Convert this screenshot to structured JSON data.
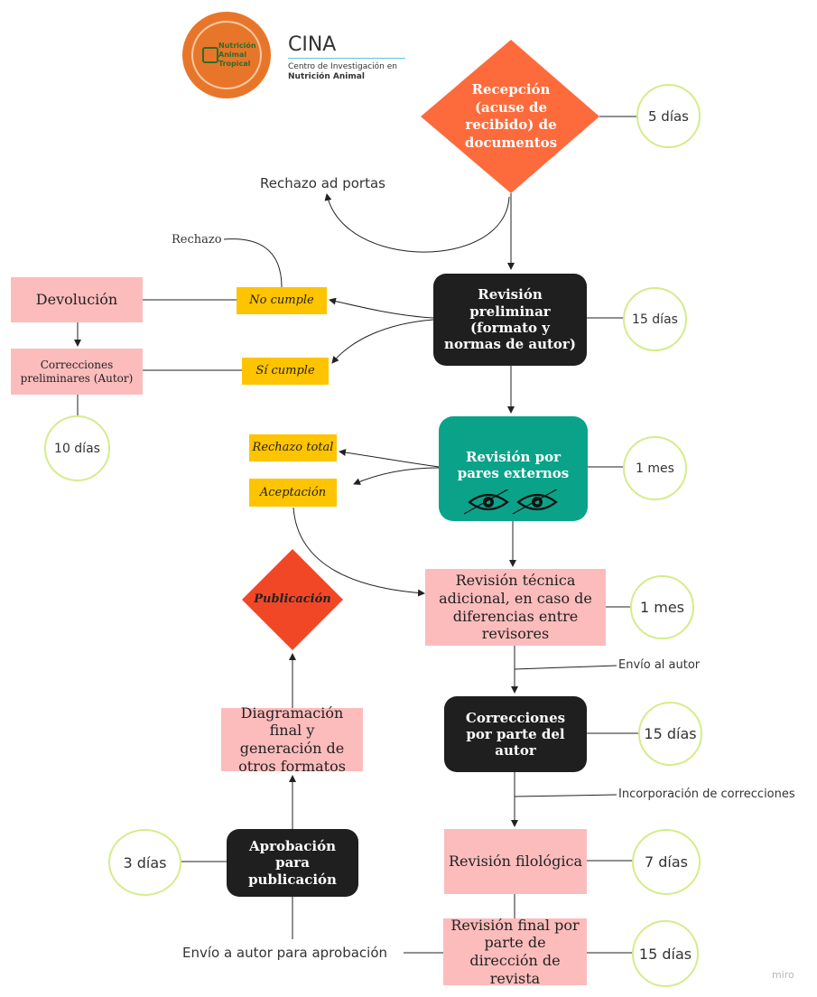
{
  "logo": {
    "badge_lines": [
      "Nutrición",
      "Animal",
      "Tropical"
    ],
    "title": "CINA",
    "subtitle_line1": "Centro de Investigación en",
    "subtitle_line2": "Nutrición Animal",
    "colors": {
      "badge": "#e8762a",
      "text": "#2b6d2b",
      "rule": "#5bc4e0"
    }
  },
  "nodes": {
    "recepcion": "Recepción (acuse de recibido) de documentos",
    "revision_preliminar": "Revisión preliminar (formato y normas de autor)",
    "revision_pares": "Revisión por pares externos",
    "revision_tecnica": "Revisión técnica adicional, en caso de diferencias entre revisores",
    "correcciones_autor": "Correcciones por parte del autor",
    "revision_filologica": "Revisión filológica",
    "revision_final": "Revisión final por parte de dirección de revista",
    "aprobacion": "Aprobación para publicación",
    "diagramacion": "Diagramación final y generación de otros formatos",
    "publicacion": "Publicación",
    "devolucion": "Devolución",
    "correcciones_preliminares": "Correcciones preliminares (Autor)"
  },
  "stickies": {
    "no_cumple": "No cumple",
    "si_cumple": "Sí cumple",
    "rechazo_total": "Rechazo total",
    "aceptacion": "Aceptación"
  },
  "durations": {
    "recepcion": "5 días",
    "preliminar": "15 días",
    "pares": "1 mes",
    "tecnica": "1 mes",
    "correcciones": "15 días",
    "filologica": "7 días",
    "final": "15 días",
    "aprobacion": "3 días",
    "correcciones_preliminares": "10 días"
  },
  "labels": {
    "rechazo_ad_portas": "Rechazo ad portas",
    "rechazo": "Rechazo",
    "envio_autor": "Envío al autor",
    "incorporacion": "Incorporación de correcciones",
    "envio_aprobacion": "Envío a autor para aprobación"
  },
  "watermark": "miro",
  "colors": {
    "recepcion": "#fd6b3c",
    "publicacion": "#f24726",
    "dark": "#1f1f1f",
    "teal": "#0aa38a",
    "pink": "#fcbcbc",
    "sticky": "#fec400",
    "circle_border": "#d4ec8a"
  }
}
